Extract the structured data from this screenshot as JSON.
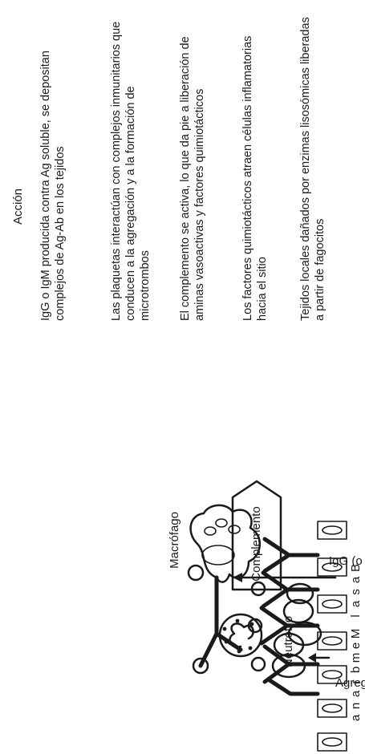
{
  "diagram": {
    "labels": {
      "platelet_aggregation": "Agregación plaquetaria",
      "antibody": "IgG (o IgM)",
      "complement": "Complemento",
      "macrophage": "Macrófago",
      "neutrophil": "Neutrófilo"
    },
    "membrane_letters": [
      "M",
      "e",
      "m",
      "b",
      "r",
      "a",
      "n",
      "a"
    ],
    "basal_letters": [
      "B",
      "a",
      "s",
      "a",
      "l"
    ]
  },
  "actions": {
    "title": "Acción",
    "items": [
      "IgG o IgM producida contra Ag soluble, se depositan complejos de Ag-Ab en los tejidos",
      "Las plaquetas interactúan con complejos inmunitarios que conducen a la agregación y a la formación de microtrombos",
      "El complemento se activa, lo que da pie a liberación de aminas vasoactivas y factores quimiotácticos",
      "Los factores quimiotácticos atraen células inflamatorias hacia el sitio",
      "Tejidos locales dañados por enzimas lisosómicas liberadas a partir de fagocitos"
    ]
  }
}
